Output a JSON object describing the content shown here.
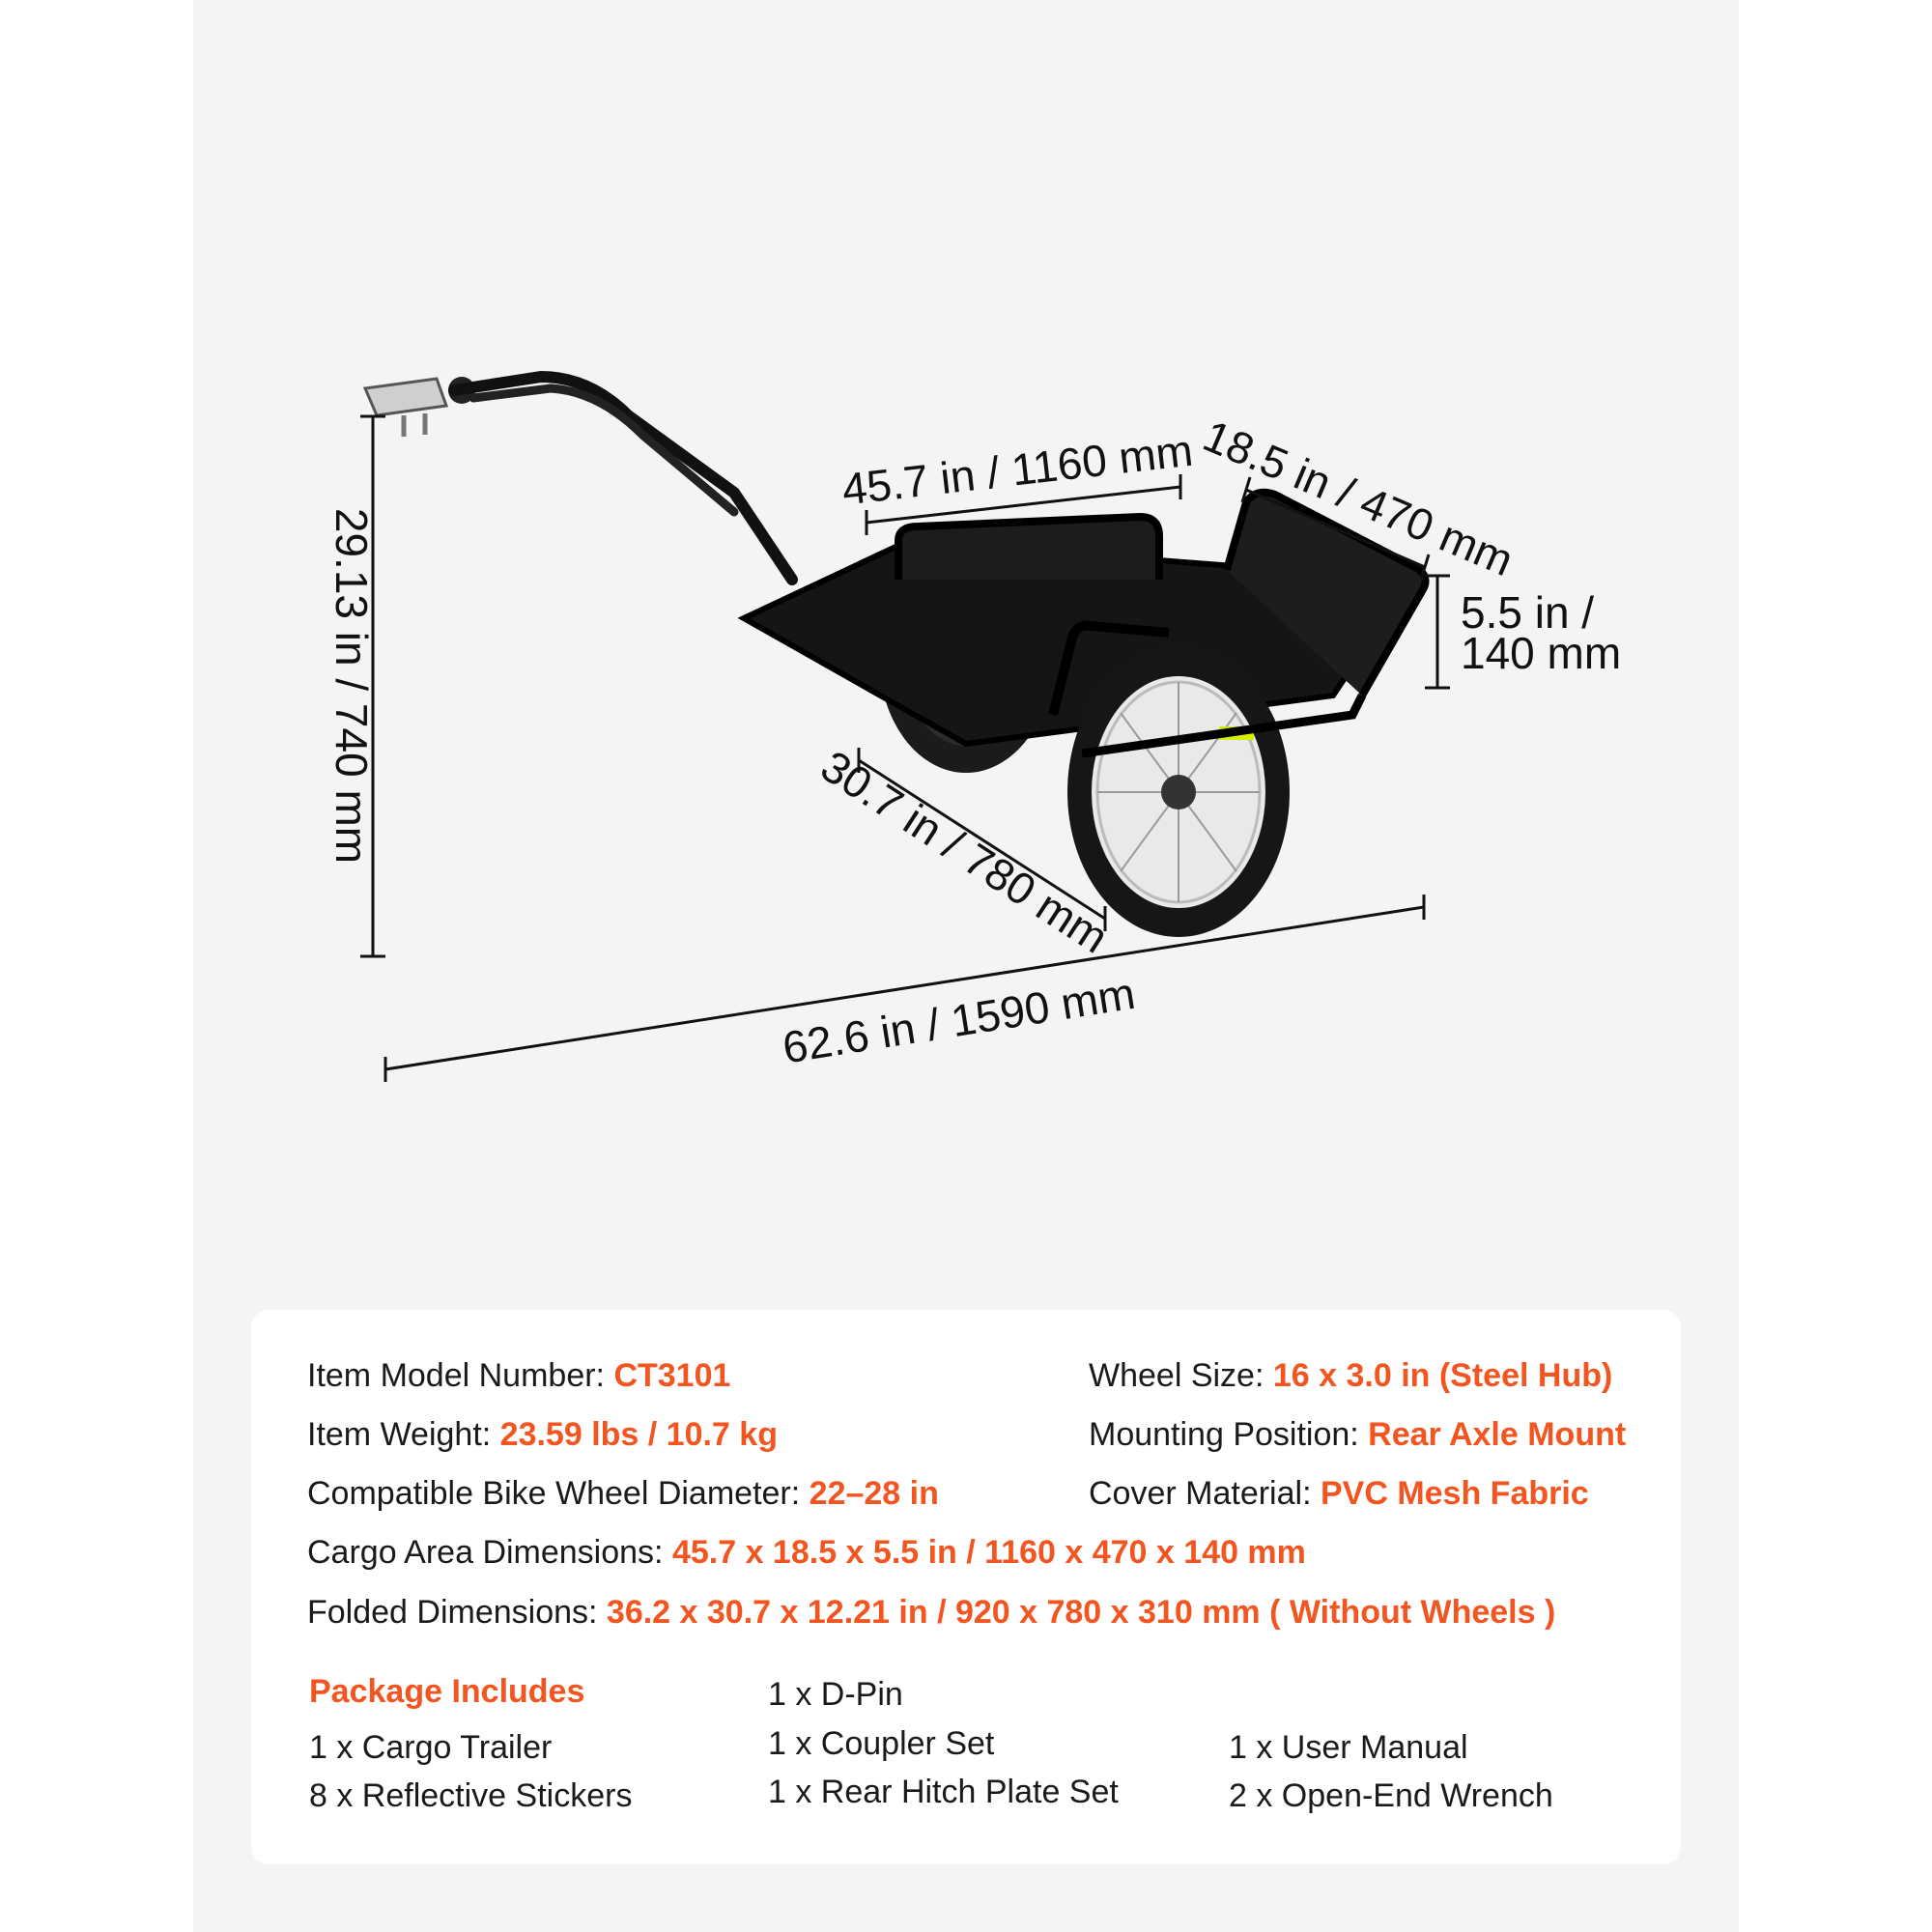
{
  "dimensions": {
    "length": "45.7 in / 1160 mm",
    "width": "18.5 in / 470 mm",
    "depth_line1": "5.5 in /",
    "depth_line2": "140 mm",
    "height": "29.13 in / 740 mm",
    "wheel_span": "30.7 in / 780 mm",
    "overall_length": "62.6 in / 1590 mm"
  },
  "specs": {
    "model": {
      "label": "Item Model Number: ",
      "value": "CT3101"
    },
    "weight": {
      "label": "Item Weight: ",
      "value": "23.59 lbs / 10.7 kg"
    },
    "wheel_diameter": {
      "label": "Compatible Bike Wheel Diameter: ",
      "value": "22–28 in"
    },
    "cargo": {
      "label": "Cargo Area Dimensions: ",
      "value": "45.7 x 18.5 x 5.5 in / 1160 x 470 x 140 mm"
    },
    "folded": {
      "label": "Folded Dimensions: ",
      "value": "36.2 x 30.7 x 12.21 in / 920 x 780 x 310 mm ( Without Wheels )"
    },
    "wheel_size": {
      "label": "Wheel Size: ",
      "value": "16 x 3.0 in (Steel Hub)"
    },
    "mounting": {
      "label": "Mounting Position: ",
      "value": "Rear Axle Mount"
    },
    "cover": {
      "label": "Cover Material: ",
      "value": "PVC Mesh Fabric"
    }
  },
  "package": {
    "title": "Package Includes",
    "items": [
      "1 x Cargo Trailer",
      "8 x Reflective Stickers",
      "1 x D-Pin",
      "1 x Coupler Set",
      "1 x Rear Hitch Plate Set",
      "1 x User Manual",
      "2 x Open-End Wrench"
    ]
  },
  "colors": {
    "accent": "#f2551f",
    "panel": "#f4f4f4",
    "card": "#ffffff",
    "text": "#1a1a1a"
  }
}
